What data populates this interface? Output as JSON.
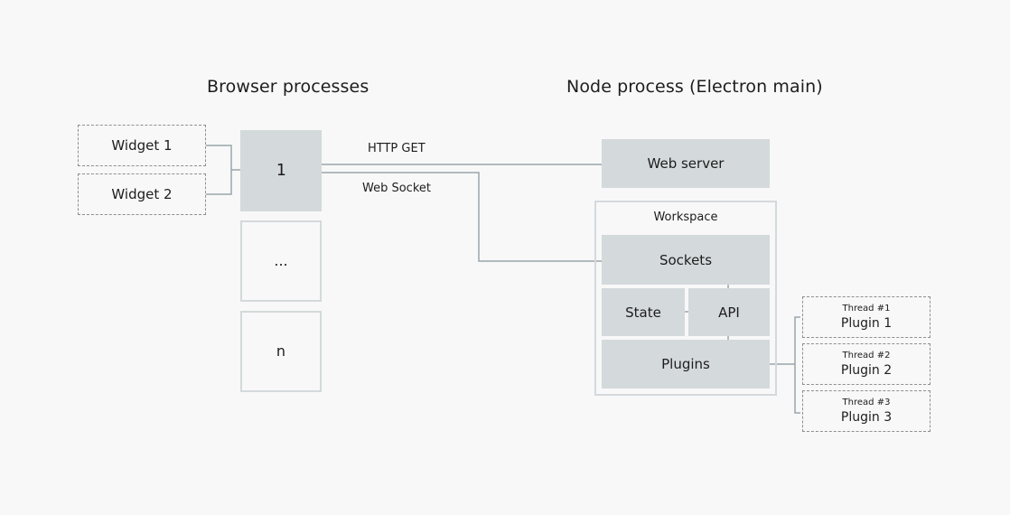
{
  "titles": {
    "browser": "Browser processes",
    "node": "Node process (Electron main)"
  },
  "widgets": [
    {
      "label": "Widget 1"
    },
    {
      "label": "Widget 2"
    }
  ],
  "browser_processes": [
    {
      "label": "1"
    },
    {
      "label": "..."
    },
    {
      "label": "n"
    }
  ],
  "connections": {
    "http": "HTTP GET",
    "socket": "Web Socket"
  },
  "node": {
    "web_server": "Web server",
    "workspace": {
      "title": "Workspace",
      "sockets": "Sockets",
      "state": "State",
      "api": "API",
      "plugins": "Plugins"
    }
  },
  "threads": [
    {
      "thread": "Thread #1",
      "plugin": "Plugin 1"
    },
    {
      "thread": "Thread #2",
      "plugin": "Plugin 2"
    },
    {
      "thread": "Thread #3",
      "plugin": "Plugin 3"
    }
  ],
  "colors": {
    "box_fill": "#d4d9dc",
    "line": "#9aa5aa",
    "dashed_border": "#8f8f8f",
    "background": "#f8f8f8"
  }
}
